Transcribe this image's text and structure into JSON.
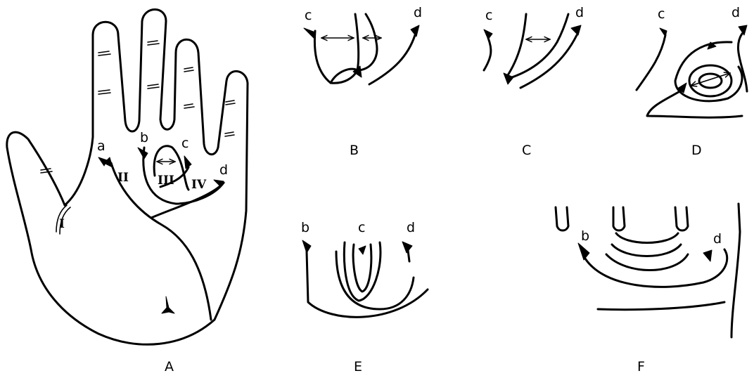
{
  "panels": {
    "A": "A",
    "B": "B",
    "C": "C",
    "D": "D",
    "E": "E",
    "F": "F"
  },
  "triradii": {
    "a": "a",
    "b": "b",
    "c": "c",
    "d": "d"
  },
  "areas": {
    "I": "I",
    "II": "II",
    "III": "III",
    "IV": "IV"
  }
}
